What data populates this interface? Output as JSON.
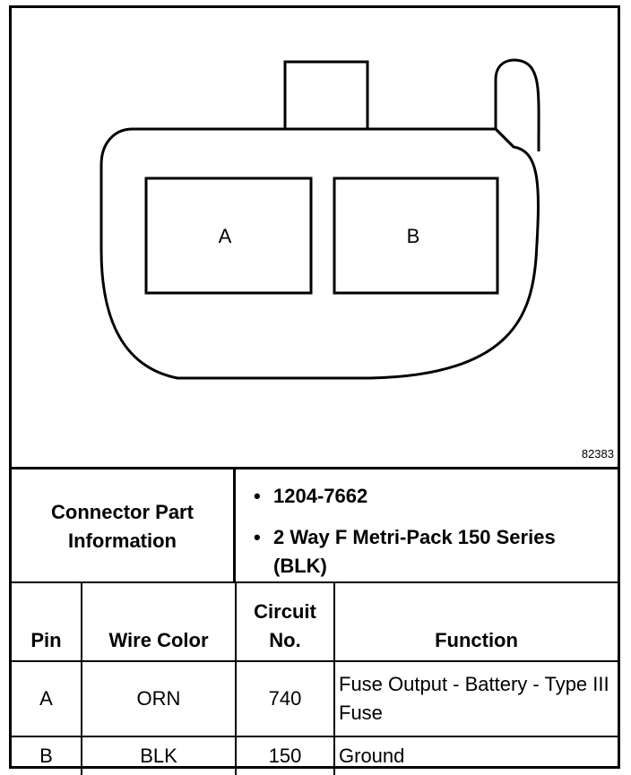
{
  "diagram": {
    "cavity_labels": [
      "A",
      "B"
    ],
    "figure_id": "82383"
  },
  "connector_info": {
    "title": "Connector Part Information",
    "bullets": [
      "1204-7662",
      "2 Way F Metri-Pack 150 Series (BLK)"
    ]
  },
  "pin_table": {
    "headers": [
      "Pin",
      "Wire Color",
      "Circuit No.",
      "Function"
    ],
    "rows": [
      [
        "A",
        "ORN",
        "740",
        "Fuse Output - Battery - Type III Fuse"
      ],
      [
        "B",
        "BLK",
        "150",
        "Ground"
      ]
    ]
  }
}
